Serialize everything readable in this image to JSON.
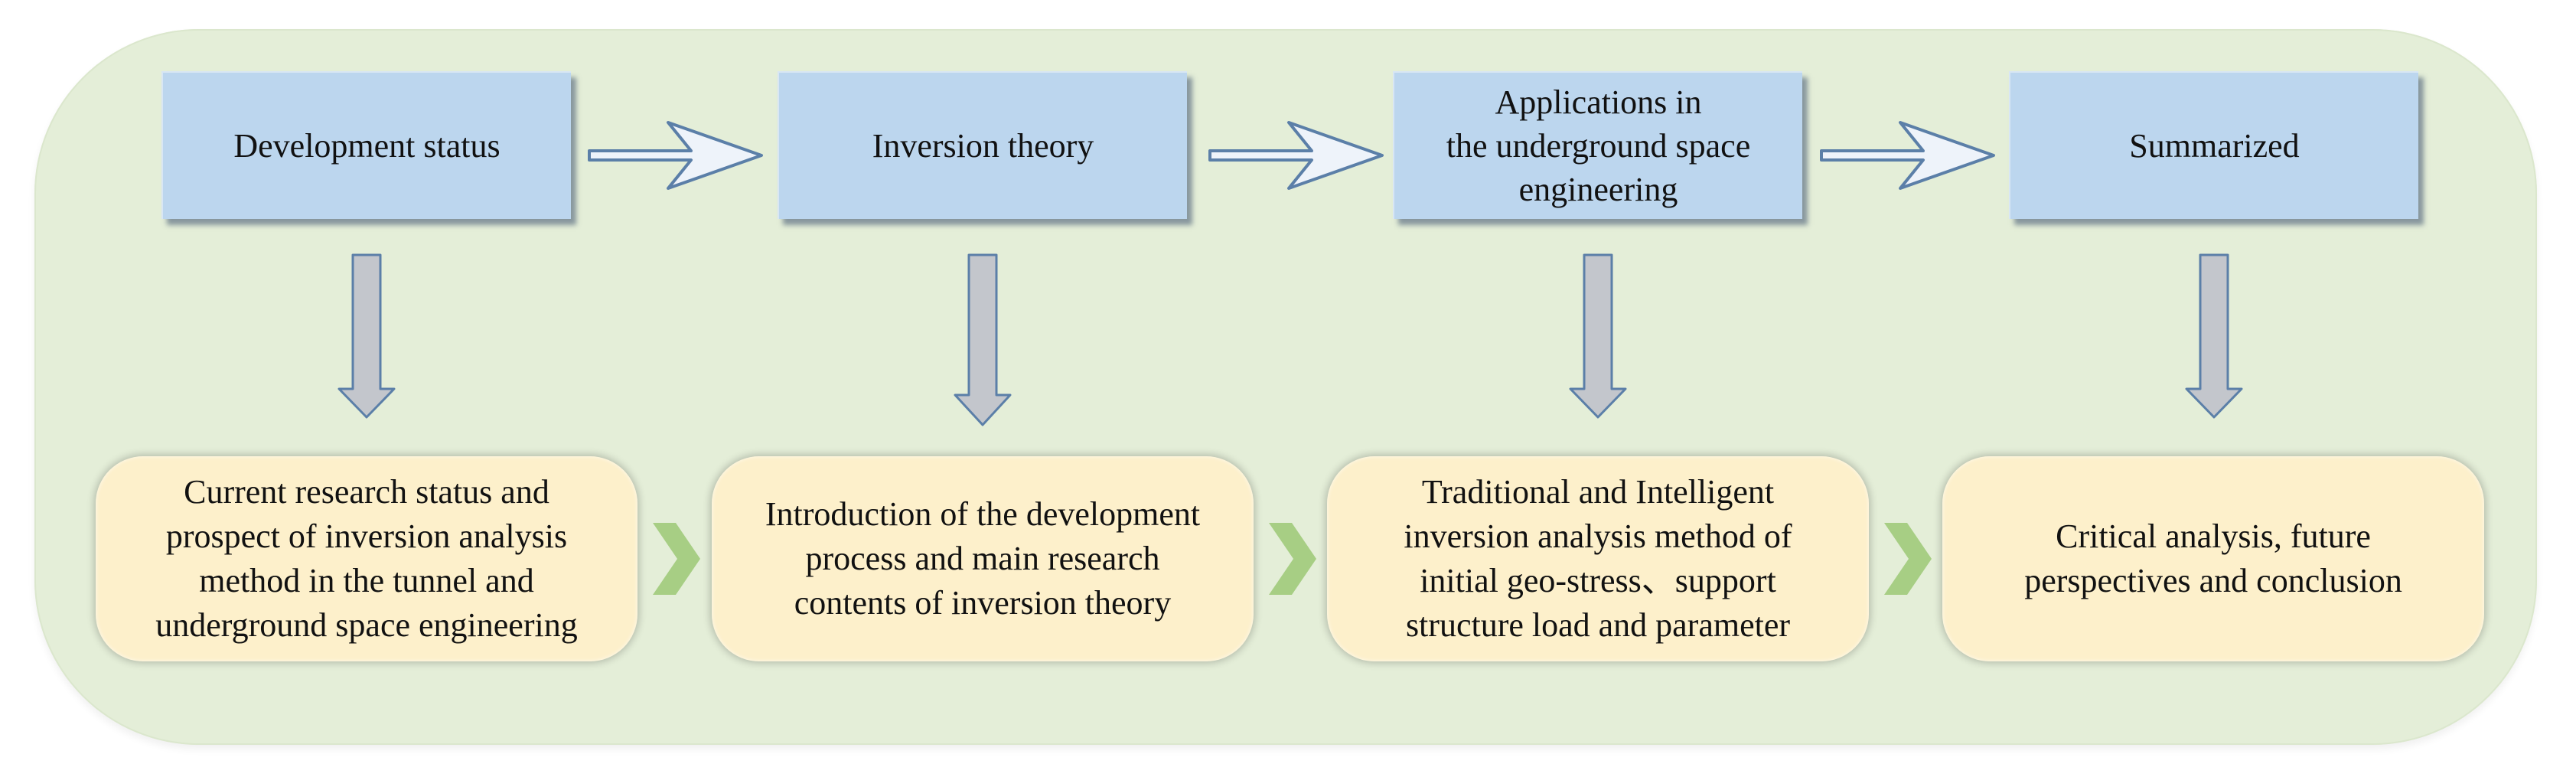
{
  "top_boxes": [
    {
      "label": "Development status"
    },
    {
      "label": "Inversion theory"
    },
    {
      "label": "Applications in\nthe  underground space\nengineering"
    },
    {
      "label": "Summarized"
    }
  ],
  "bottom_boxes": [
    {
      "label": "Current research status and\nprospect of inversion analysis\nmethod in the tunnel and\nunderground space engineering"
    },
    {
      "label": "Introduction of the development\nprocess and main research\ncontents of inversion theory"
    },
    {
      "label": "Traditional and Intelligent\ninversion analysis method of\ninitial geo-stress、support\nstructure load and parameter"
    },
    {
      "label": "Critical analysis, future\nperspectives and conclusion"
    }
  ],
  "colors": {
    "background_panel": "#e4eed8",
    "top_box_fill": "#bcd6ee",
    "bottom_box_fill": "#fdf0cb",
    "down_arrow_fill": "#c3c6cc",
    "down_arrow_stroke": "#5b7fa8",
    "chevron_fill": "#a7ce84",
    "right_arrow_stroke": "#5b7fa8"
  }
}
